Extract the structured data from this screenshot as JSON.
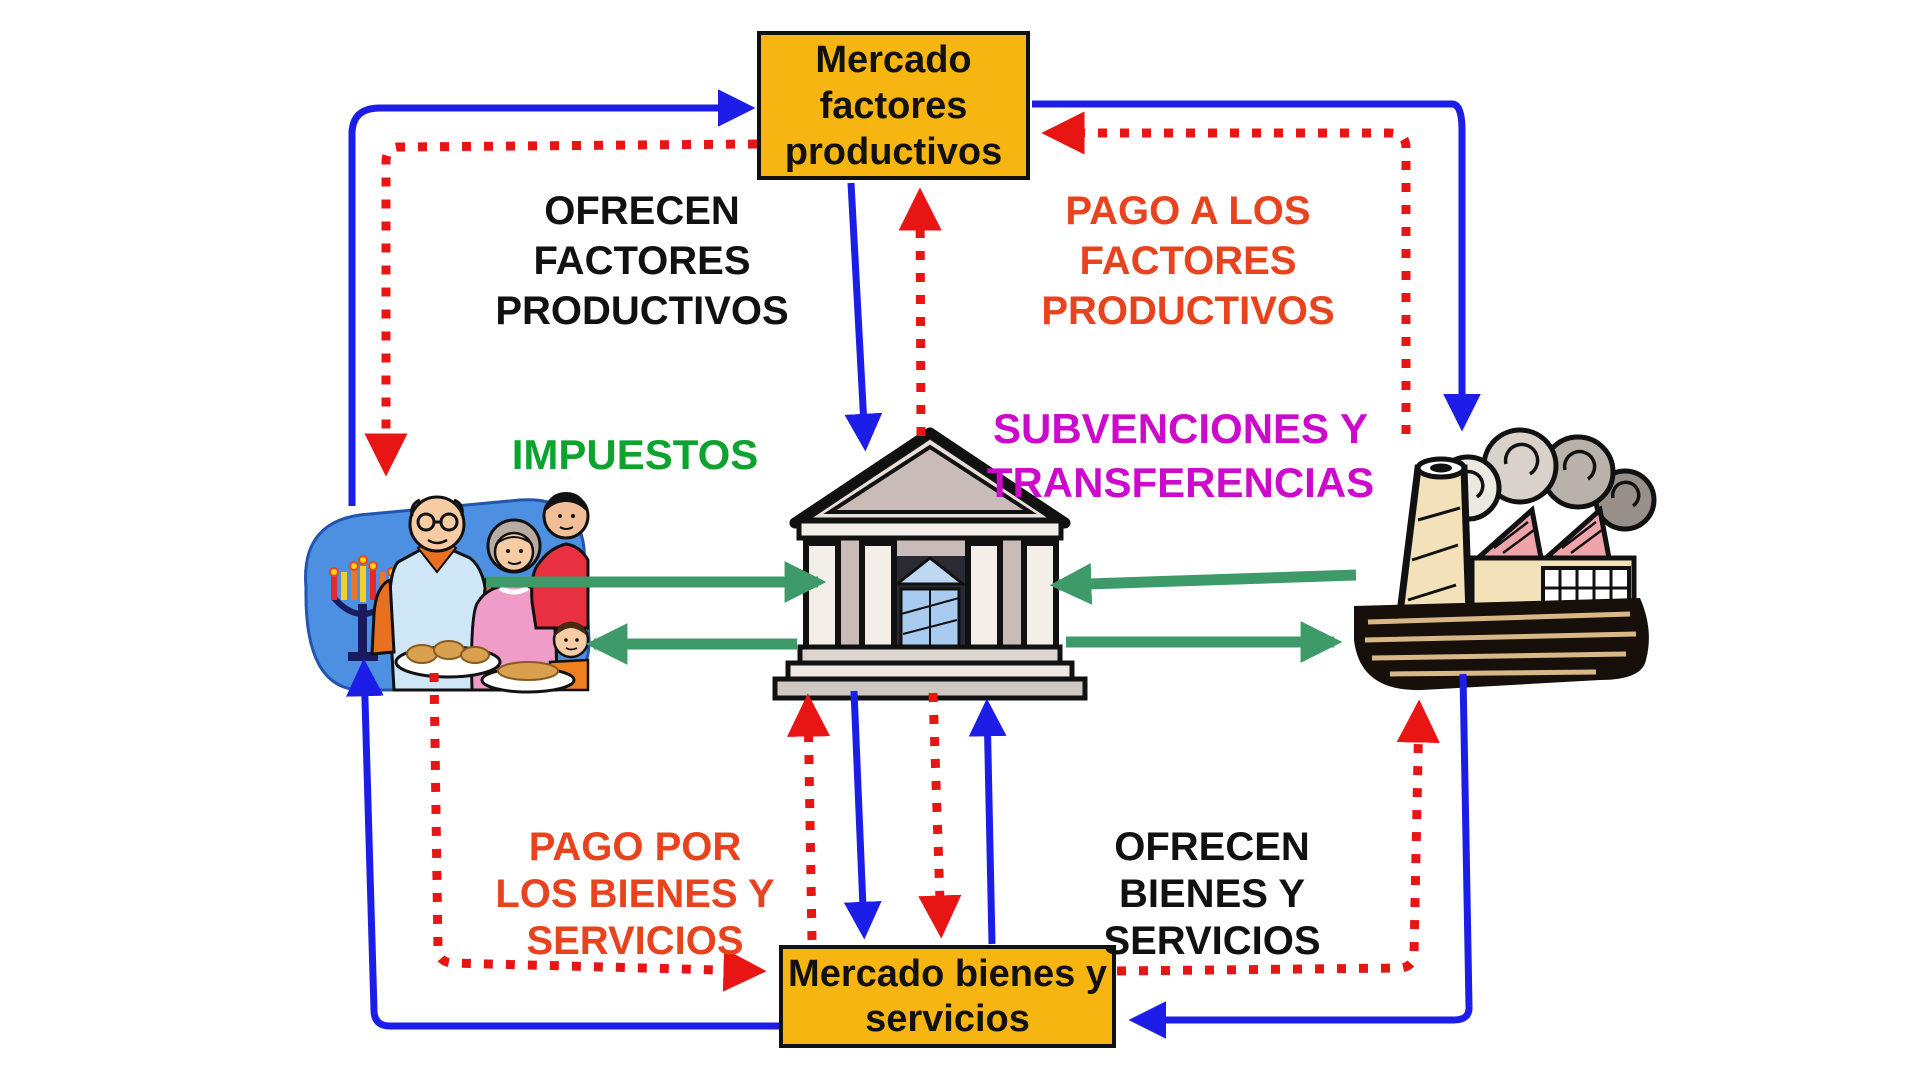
{
  "boxes": {
    "factor_market": {
      "lines": [
        "Mercado",
        "factores",
        "productivos"
      ],
      "fill": "#F7B512"
    },
    "goods_market": {
      "lines": [
        "Mercado bienes y",
        "servicios"
      ],
      "fill": "#F7B512"
    }
  },
  "labels": {
    "offer_factors": {
      "lines": [
        "OFRECEN",
        "FACTORES",
        "PRODUCTIVOS"
      ],
      "color": "#111111"
    },
    "pay_factors": {
      "lines": [
        "PAGO A LOS",
        "FACTORES",
        "PRODUCTIVOS"
      ],
      "color": "#E8431F"
    },
    "taxes": {
      "lines": [
        "IMPUESTOS"
      ],
      "color": "#0EA32F"
    },
    "subsidies": {
      "lines": [
        "SUBVENCIONES Y",
        "TRANSFERENCIAS"
      ],
      "color": "#CC0ACC"
    },
    "pay_goods": {
      "lines": [
        "PAGO POR",
        "LOS BIENES Y",
        "SERVICIOS"
      ],
      "color": "#E8431F"
    },
    "offer_goods": {
      "lines": [
        "OFRECEN",
        "BIENES Y",
        "SERVICIOS"
      ],
      "color": "#111111"
    }
  },
  "icons": {
    "households": "family-clipart",
    "government": "government-building-clipart",
    "firms": "factory-clipart"
  },
  "colors": {
    "real_flow_blue": "#1D1DE8",
    "money_flow_red": "#E81515",
    "gov_flow_green": "#3F9A6A",
    "box_fill": "#F7B512",
    "box_border": "#111111",
    "taxes_text": "#0EA32F",
    "subsidies_text": "#CC0ACC",
    "payment_text": "#E8431F"
  }
}
